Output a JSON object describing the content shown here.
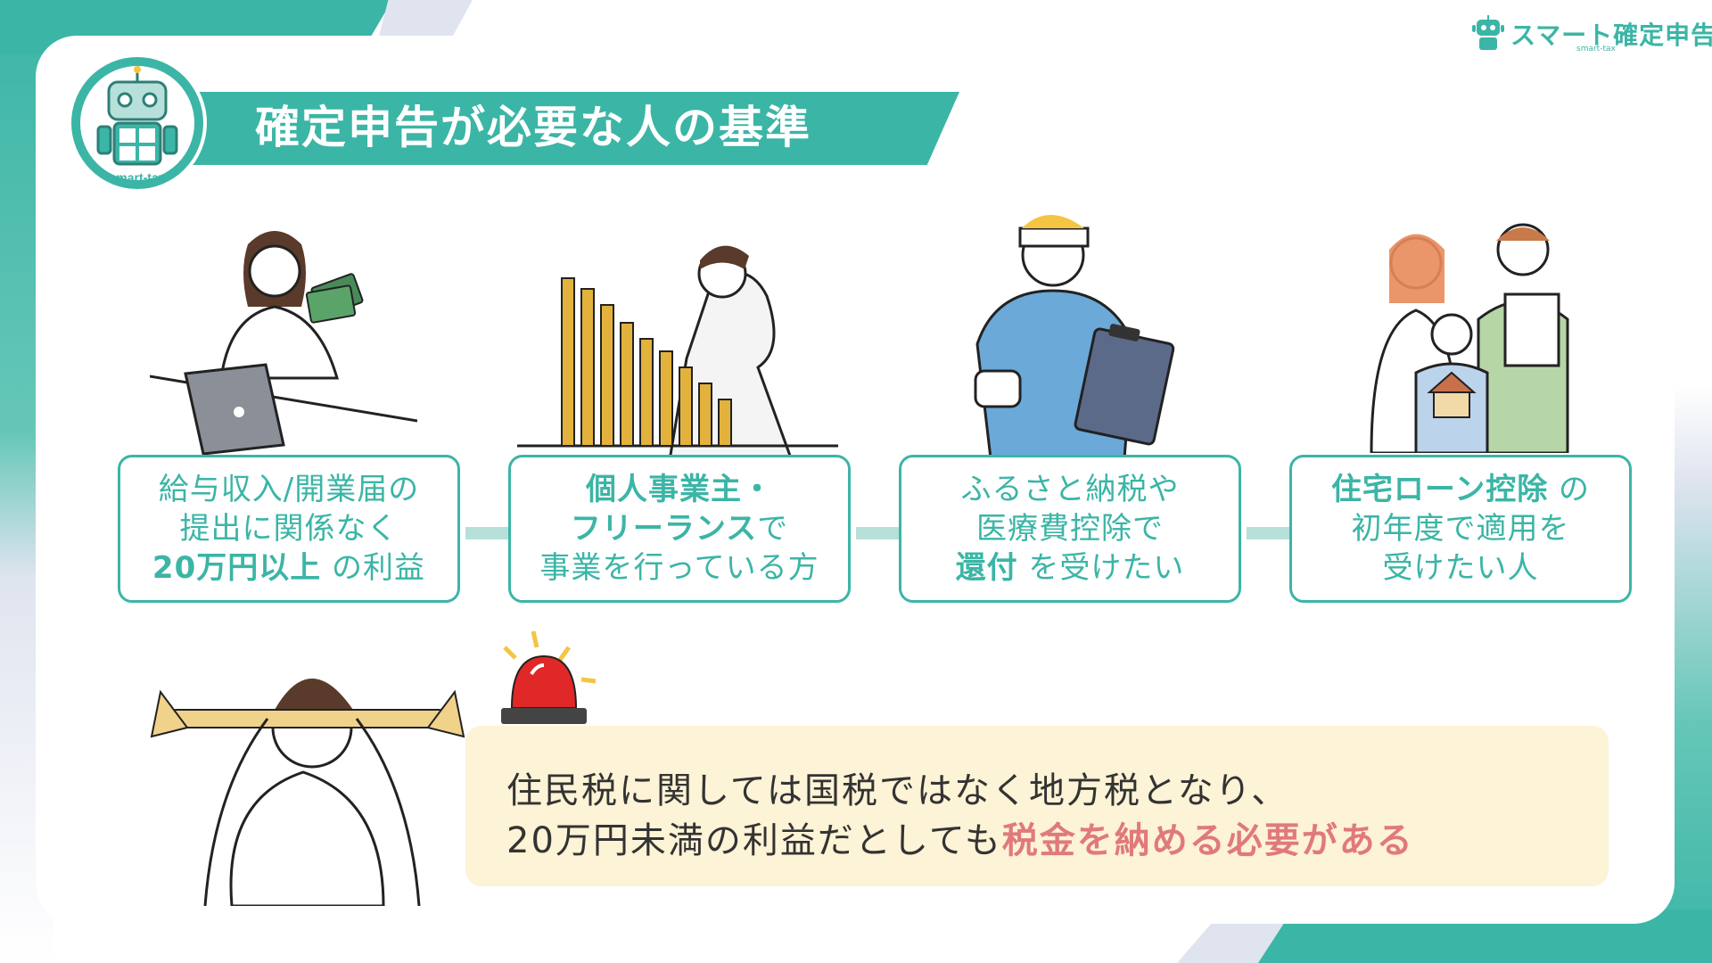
{
  "brand": {
    "name": "スマート確定申告",
    "sub": "smart-tax"
  },
  "title": "確定申告が必要な人の基準",
  "badge": {
    "text": "smart-tax"
  },
  "criteria": [
    {
      "line1": "給与収入/開業届の",
      "line2": "提出に関係なく",
      "line3_bold": "20万円以上",
      "line3_rest": " の利益"
    },
    {
      "line1_bold": "個人事業主・",
      "line2_bold": "フリーランス",
      "line2_rest": "で",
      "line3": "事業を行っている方"
    },
    {
      "line1": "ふるさと納税や",
      "line2": "医療費控除で",
      "line3_bold": "還付",
      "line3_rest": " を受けたい"
    },
    {
      "line1_bold": "住宅ローン控除",
      "line1_rest": " の",
      "line2": "初年度で適用を",
      "line3": "受けたい人"
    }
  ],
  "note": {
    "line1": "住民税に関しては国税ではなく地方税となり、",
    "line2_plain": "20万円未満の利益だとしても",
    "line2_emphasis": "税金を納める必要がある"
  },
  "colors": {
    "accent": "#3bb5a6",
    "note_bg": "#fdf3d6",
    "emphasis": "#e07a7a"
  },
  "icons": [
    "robot-icon",
    "laptop-icon",
    "cash-icon",
    "coin-stack-icon",
    "clipboard-icon",
    "house-icon",
    "siren-icon"
  ]
}
